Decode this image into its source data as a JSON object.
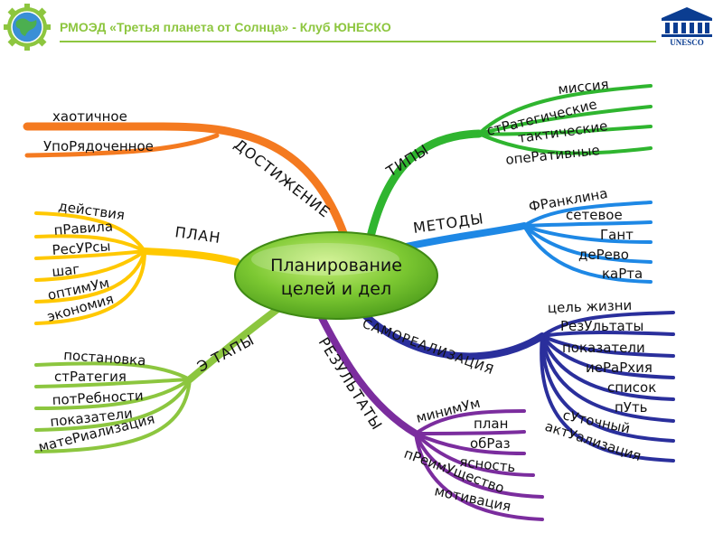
{
  "header": {
    "org_title": "РМОЭД «Третья планета от Солнца» - Клуб ЮНЕСКО",
    "unesco_label": "UNESCO"
  },
  "center": {
    "line1": "Планирование",
    "line2": "целей и дел"
  },
  "branches": {
    "dostizhenie": {
      "label": "ДОСТИЖЕНИЕ",
      "color": "#f47a20",
      "items": [
        "хаотичное",
        "УпоРядоченное"
      ]
    },
    "tipy": {
      "label": "ТИПЫ",
      "color": "#2fb52f",
      "items": [
        "миссия",
        "стРатегические",
        "тактические",
        "опеРативные"
      ]
    },
    "metody": {
      "label": "МЕТОДЫ",
      "color": "#1e88e5",
      "items": [
        "ФРанклина",
        "сетевое",
        "Гант",
        "деРево",
        "каРта"
      ]
    },
    "plan": {
      "label": "ПЛАН",
      "color": "#ffc800",
      "items": [
        "действия",
        "пРавила",
        "РесУРсы",
        "шаг",
        "оптимУм",
        "экономия"
      ]
    },
    "etapy": {
      "label": "Э ТАПЫ",
      "color": "#8cc63f",
      "items": [
        "постановка",
        "стРатегия",
        "потРебности",
        "показатели",
        "матеРиализация"
      ]
    },
    "rezultaty": {
      "label": "РЕЗУЛЬТАТЫ",
      "color": "#7b2d9e",
      "items": [
        "минимУм",
        "план",
        "обРаз",
        "ясность",
        "пРеимУщество",
        "мотивация"
      ]
    },
    "samorealizatsiya": {
      "label": "САМОРЕАЛИЗАЦИЯ",
      "color": "#2a2f9c",
      "items": [
        "цель жизни",
        "РезУльтаты",
        "показатели",
        "иеРаРхия",
        "список",
        "пУть",
        "сУточный",
        "актУализация"
      ]
    }
  },
  "icons": {
    "logo": "globe-gear-logo-icon",
    "unesco": "unesco-temple-icon"
  }
}
